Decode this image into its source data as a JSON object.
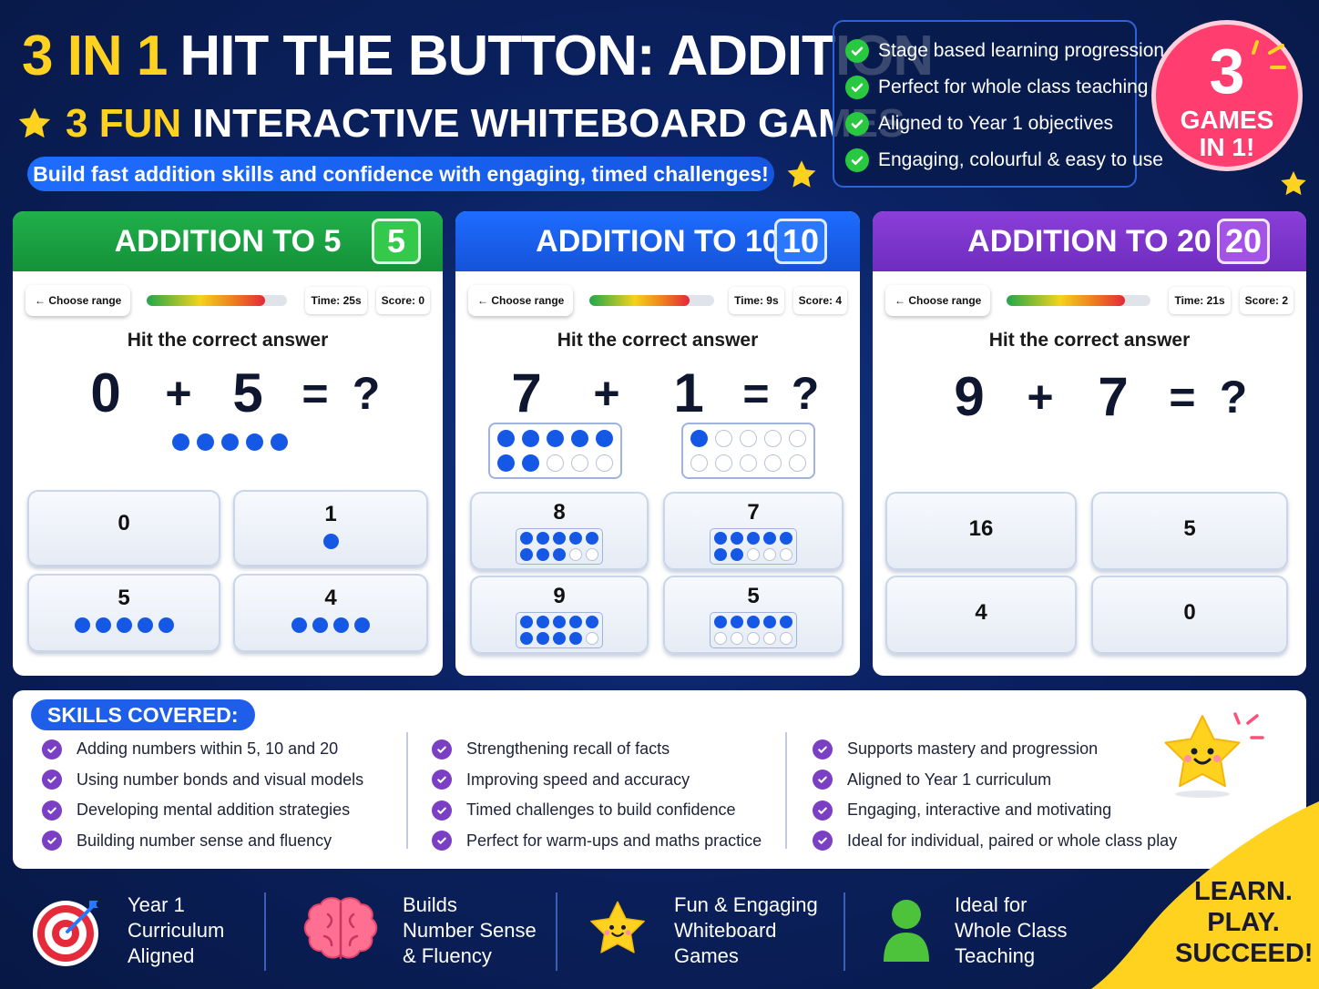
{
  "header": {
    "title_highlight": "3 IN 1",
    "title_rest": "HIT THE BUTTON: ADDITION",
    "subtitle_highlight": "3 FUN",
    "subtitle_rest": "INTERACTIVE WHITEBOARD GAMES",
    "tagline": "Build fast addition skills and confidence with engaging, timed challenges!"
  },
  "benefits": [
    "Stage based learning progression",
    "Perfect for whole class teaching",
    "Aligned to Year 1 objectives",
    "Engaging, colourful & easy to use"
  ],
  "badge": {
    "number": "3",
    "line1": "GAMES",
    "line2": "IN 1!"
  },
  "games": [
    {
      "title": "ADDITION TO 5",
      "range_badge": "5",
      "header_color": "#1fa845",
      "choose_label": "← Choose range",
      "time": "Time: 25s",
      "score": "Score: 0",
      "timer_fraction": 0.84,
      "prompt": "Hit the correct answer",
      "left": "0",
      "op": "+",
      "right": "5",
      "eq": "=",
      "q": "?",
      "answers": [
        "0",
        "1",
        "5",
        "4"
      ]
    },
    {
      "title": "ADDITION TO 10",
      "range_badge": "10",
      "header_color": "#1e6cff",
      "choose_label": "← Choose range",
      "time": "Time: 9s",
      "score": "Score: 4",
      "timer_fraction": 0.8,
      "prompt": "Hit the correct answer",
      "left": "7",
      "op": "+",
      "right": "1",
      "eq": "=",
      "q": "?",
      "answers": [
        "8",
        "7",
        "9",
        "5"
      ]
    },
    {
      "title": "ADDITION TO 20",
      "range_badge": "20",
      "header_color": "#8a3fd8",
      "choose_label": "← Choose range",
      "time": "Time: 21s",
      "score": "Score: 2",
      "timer_fraction": 0.82,
      "prompt": "Hit the correct answer",
      "left": "9",
      "op": "+",
      "right": "7",
      "eq": "=",
      "q": "?",
      "answers": [
        "16",
        "5",
        "4",
        "0"
      ]
    }
  ],
  "skills": {
    "heading": "SKILLS COVERED:",
    "col1": [
      "Adding numbers within 5, 10 and 20",
      "Using number bonds and visual models",
      "Developing mental addition strategies",
      "Building number sense and fluency"
    ],
    "col2": [
      "Strengthening recall of facts",
      "Improving speed and accuracy",
      "Timed challenges to build confidence",
      "Perfect for warm-ups and maths practice"
    ],
    "col3": [
      "Supports mastery and progression",
      "Aligned to Year 1 curriculum",
      "Engaging, interactive and motivating",
      "Ideal for individual, paired or whole class play"
    ]
  },
  "features": [
    {
      "icon": "target-icon",
      "lines": [
        "Year 1",
        "Curriculum",
        "Aligned"
      ]
    },
    {
      "icon": "brain-icon",
      "lines": [
        "Builds",
        "Number Sense",
        "& Fluency"
      ]
    },
    {
      "icon": "star-face-icon",
      "lines": [
        "Fun & Engaging",
        "Whiteboard",
        "Games"
      ]
    },
    {
      "icon": "person-icon",
      "lines": [
        "Ideal for",
        "Whole Class",
        "Teaching"
      ]
    }
  ],
  "slogan": [
    "LEARN.",
    "PLAY.",
    "SUCCEED!"
  ],
  "colors": {
    "accent_yellow": "#ffd21f",
    "primary_blue": "#1e6cff",
    "green": "#1fa845",
    "purple": "#8a3fd8",
    "badge_pink": "#ff3d6e",
    "background": "#0b2263"
  }
}
